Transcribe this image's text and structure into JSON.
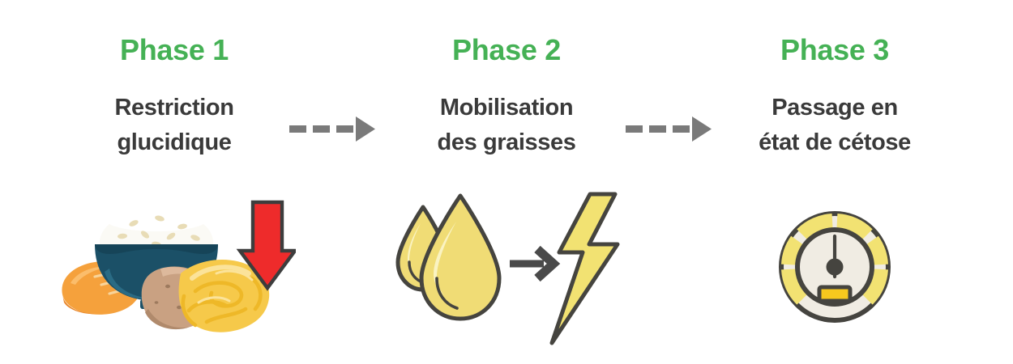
{
  "document": {
    "language": "fr",
    "background_color": "#ffffff",
    "accent_green": "#45b155",
    "text_dark": "#3a3a3a",
    "arrow_gray": "#7a7a7a"
  },
  "phases": [
    {
      "heading": "Phase 1",
      "subtitle_line_1": "Restriction",
      "subtitle_line_2": "glucidique",
      "illustration": "carbohydrate-reduction-icon",
      "illustration_parts": [
        "baguette",
        "bowl-of-rice",
        "potato",
        "pasta",
        "red-down-arrow"
      ],
      "colors": {
        "bread": "#f5a13c",
        "bowl": "#1b5067",
        "rice": "#fbfaf5",
        "potato": "#c9a182",
        "pasta": "#f6c94a",
        "arrow": "#ee2b2b"
      }
    },
    {
      "heading": "Phase 2",
      "subtitle_line_1": "Mobilisation",
      "subtitle_line_2": "des graisses",
      "illustration": "fat-to-energy-icon",
      "illustration_parts": [
        "fat-droplet-small",
        "fat-droplet-large",
        "solid-arrow",
        "lightning-bolt"
      ],
      "colors": {
        "droplet": "#f0dc75",
        "droplet_highlight": "#faf3c2",
        "bolt": "#f2e272",
        "outline": "#45443f",
        "arrow": "#4a4a4a"
      }
    },
    {
      "heading": "Phase 3",
      "subtitle_line_1": "Passage en",
      "subtitle_line_2": "état de cétose",
      "illustration": "ketosis-gauge-icon",
      "illustration_parts": [
        "gauge-outer-ring",
        "gauge-yellow-segments",
        "gauge-face",
        "gauge-needle",
        "gauge-display"
      ],
      "colors": {
        "ring": "#45443f",
        "segments": "#f2e272",
        "face": "#f0ece3",
        "needle": "#45443f",
        "display": "#f7c81e"
      }
    }
  ],
  "connectors": [
    {
      "name": "dashed-arrow-phase1-to-phase2",
      "style": "dashed",
      "color": "#7a7a7a",
      "dash_count": 3,
      "direction": "right"
    },
    {
      "name": "dashed-arrow-phase2-to-phase3",
      "style": "dashed",
      "color": "#7a7a7a",
      "dash_count": 3,
      "direction": "right"
    }
  ]
}
